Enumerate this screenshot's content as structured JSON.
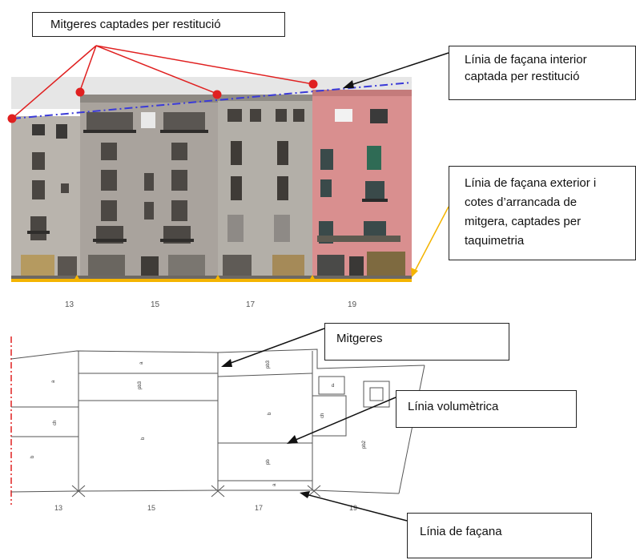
{
  "labels": {
    "mitgeres_captades": "Mitgeres captades per restitució",
    "linia_interior_1": "Línia de façana interior",
    "linia_interior_2": "captada per restitució",
    "linia_exterior_1": "Línia de façana exterior i",
    "linia_exterior_2": "cotes d’arrancada de",
    "linia_exterior_3": "mitgera,  captades per",
    "linia_exterior_4": "taquimetria",
    "mitgeres": "Mitgeres",
    "linia_volumetrica": "Línia volumètrica",
    "linia_facana": "Línia de façana"
  },
  "photo_numbers": [
    "13",
    "15",
    "17",
    "19"
  ],
  "plan_numbers": [
    "13",
    "15",
    "17",
    "19"
  ],
  "plan_annotations": {
    "a": "a",
    "b": "b",
    "pb3": "pb3",
    "ch": "ch",
    "d": "d",
    "pb": "pb",
    "pb2": "pb2"
  },
  "colors": {
    "red": "#e02020",
    "blue_dash": "#3a3ad8",
    "orange": "#f4b400",
    "leader": "#111111",
    "plan_line": "#555555"
  }
}
